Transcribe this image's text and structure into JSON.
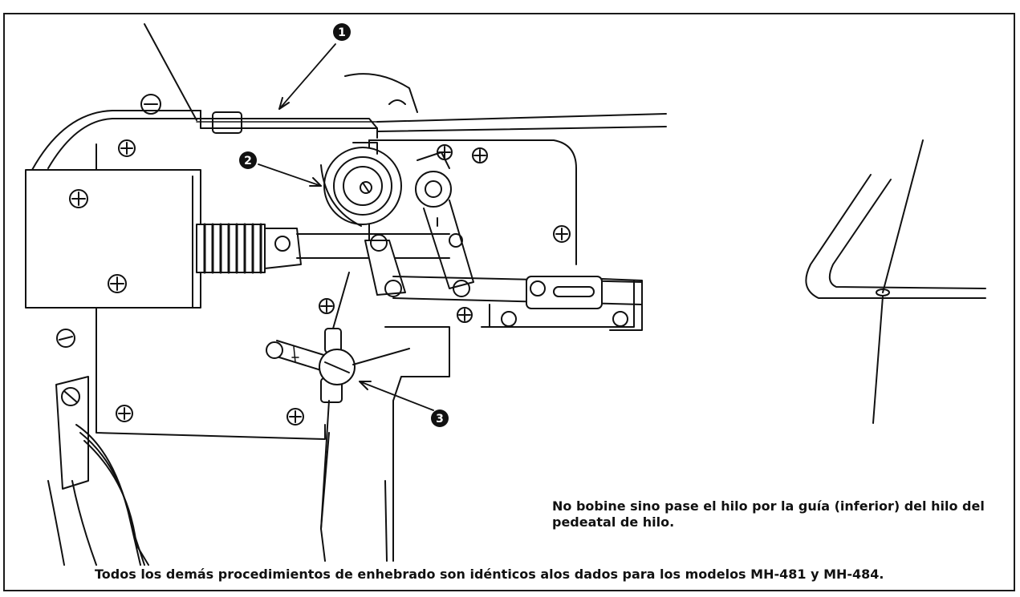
{
  "callouts": [
    {
      "number": "1",
      "glyph": "❶"
    },
    {
      "number": "2",
      "glyph": "❷"
    },
    {
      "number": "3",
      "glyph": "❸"
    }
  ],
  "note_text": "No bobine sino pase el hilo por la guía (inferior) del hilo del pedeatal de hilo.",
  "footer_text": "Todos los demás procedimientos de enhebrado son idénticos alos dados para los modelos MH-481 y MH-484.",
  "colors": {
    "ink": "#111111",
    "paper": "#ffffff"
  }
}
